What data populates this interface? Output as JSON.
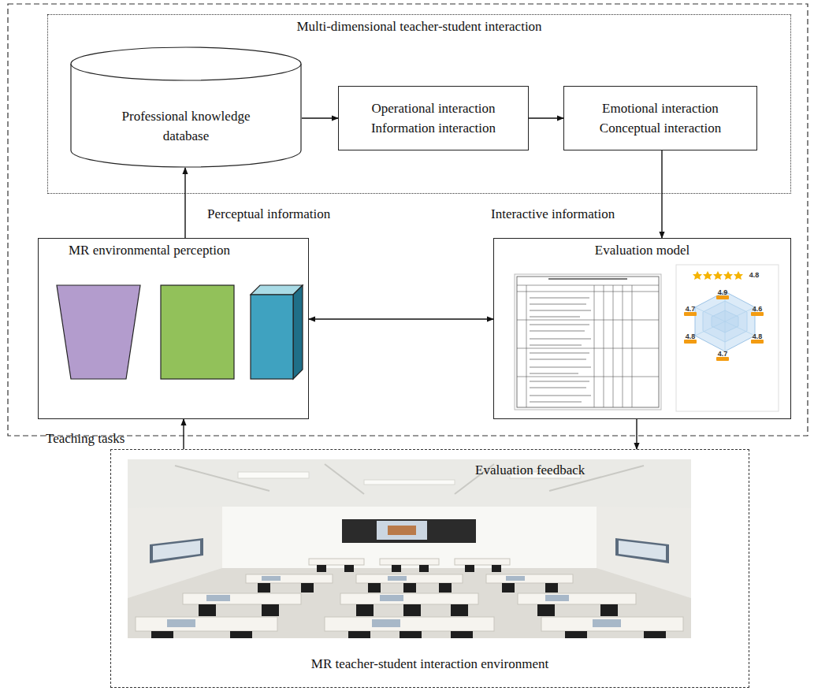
{
  "diagram": {
    "nodes": [
      {
        "text": [
          "Multi-dimensional teacher-student interaction"
        ]
      },
      {
        "text": [
          "Professional knowledge database"
        ],
        "in": 0
      },
      {
        "text": [
          "Operational interaction",
          "Information interaction"
        ],
        "in": 0
      },
      {
        "text": [
          "Emotional interaction",
          "Conceptual interaction"
        ],
        "in": 0
      },
      {
        "text": [
          "MR environmental perception"
        ]
      },
      {
        "text": [
          "Evaluation model"
        ]
      },
      {
        "text": [
          "MR teacher-student interaction environment"
        ]
      }
    ],
    "edges": [
      {
        "from": 1,
        "to": 2,
        "arrow": "to"
      },
      {
        "from": 2,
        "to": 3,
        "arrow": "to"
      },
      {
        "from": 4,
        "to": 1,
        "label": "Perceptual information",
        "arrow": "to"
      },
      {
        "from": 3,
        "to": 5,
        "label": "Interactive information",
        "arrow": "to"
      },
      {
        "from": 4,
        "to": 5,
        "arrow": "both"
      },
      {
        "from": 6,
        "to": 4,
        "label": "Teaching tasks",
        "arrow": "to"
      },
      {
        "from": 5,
        "to": 6,
        "label": "Evaluation feedback",
        "arrow": "to"
      }
    ],
    "labels": [
      "4.8",
      "4.9",
      "4.6",
      "4.8",
      "4.7",
      "4.8",
      "4.7"
    ]
  }
}
